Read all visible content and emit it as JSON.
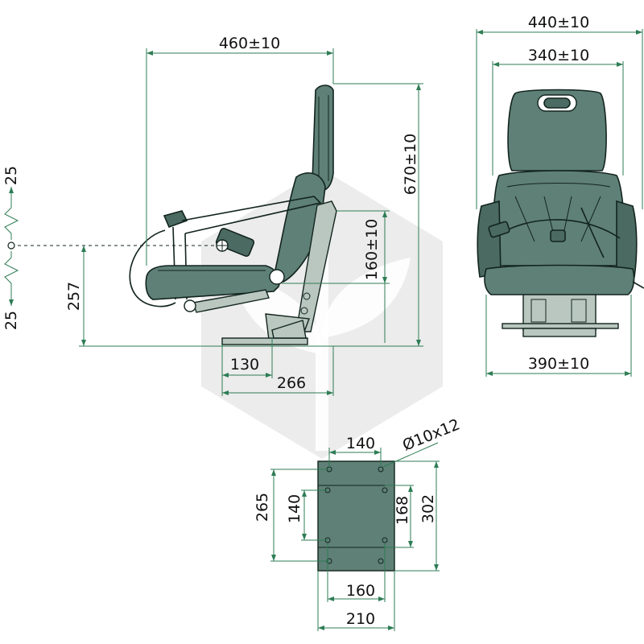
{
  "colors": {
    "dimension_line": "#2e7d55",
    "seat_body": "#5f8077",
    "seat_outline": "#12241e",
    "watermark": "#d9d9d9"
  },
  "dimensions": {
    "side_width": "460±10",
    "side_height": "670±10",
    "suspension_travel": "160±10",
    "seat_height": "257",
    "front_offset": "130",
    "base_depth": "266",
    "adjust_up": "25",
    "adjust_down": "25",
    "front_total_width": "440±10",
    "front_backrest_width": "340±10",
    "front_base_width": "390±10",
    "plate_hole_spacing_top": "140",
    "plate_hole_spec": "Ø10x12",
    "plate_left_outer": "265",
    "plate_left_inner": "140",
    "plate_right_inner": "168",
    "plate_right_outer": "302",
    "plate_hole_spacing_bottom": "160",
    "plate_width": "210"
  },
  "icons": {
    "watermark": "hexagon-leaf-logo-icon",
    "pivot": "pivot-point-icon"
  }
}
